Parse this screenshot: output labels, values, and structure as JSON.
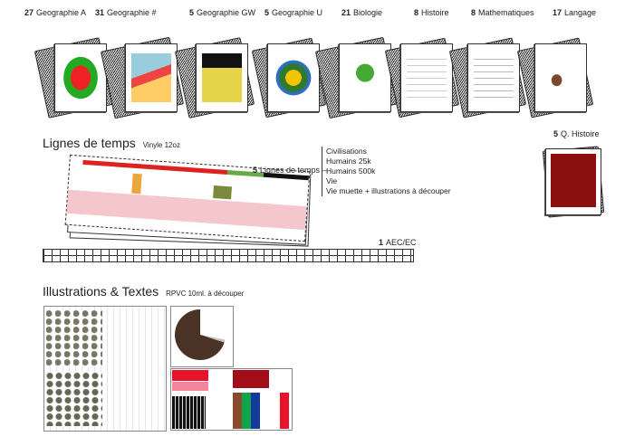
{
  "card_sets": [
    {
      "count": "27",
      "name": "Geographie A",
      "icon": "climate-globe"
    },
    {
      "count": "31",
      "name": "Geographie #",
      "icon": "world-map"
    },
    {
      "count": "5",
      "name": "Geographie GW",
      "icon": "globe-diagram"
    },
    {
      "count": "5",
      "name": "Geographie U",
      "icon": "earth-layers"
    },
    {
      "count": "21",
      "name": "Biologie",
      "icon": "tree"
    },
    {
      "count": "8",
      "name": "Histoire",
      "icon": "history-chart"
    },
    {
      "count": "8",
      "name": "Mathematiques",
      "icon": "math-table"
    },
    {
      "count": "17",
      "name": "Langage",
      "icon": "egyptian-figure"
    }
  ],
  "timelines": {
    "title": "Lignes de temps",
    "material": "Vinyle 12oz",
    "count": "5",
    "label": "Lignes de temps",
    "items": [
      "Civilisations",
      "Humains 25k",
      "Humains 500k",
      "Vie",
      "Vie muette + illustrations à découper"
    ]
  },
  "aec": {
    "count": "1",
    "label": "AEC/EC"
  },
  "q_histoire": {
    "count": "5",
    "label": "Q. Histoire"
  },
  "illustrations": {
    "title": "Illustrations & Textes",
    "material": "RPVC 10ml. à découper"
  }
}
